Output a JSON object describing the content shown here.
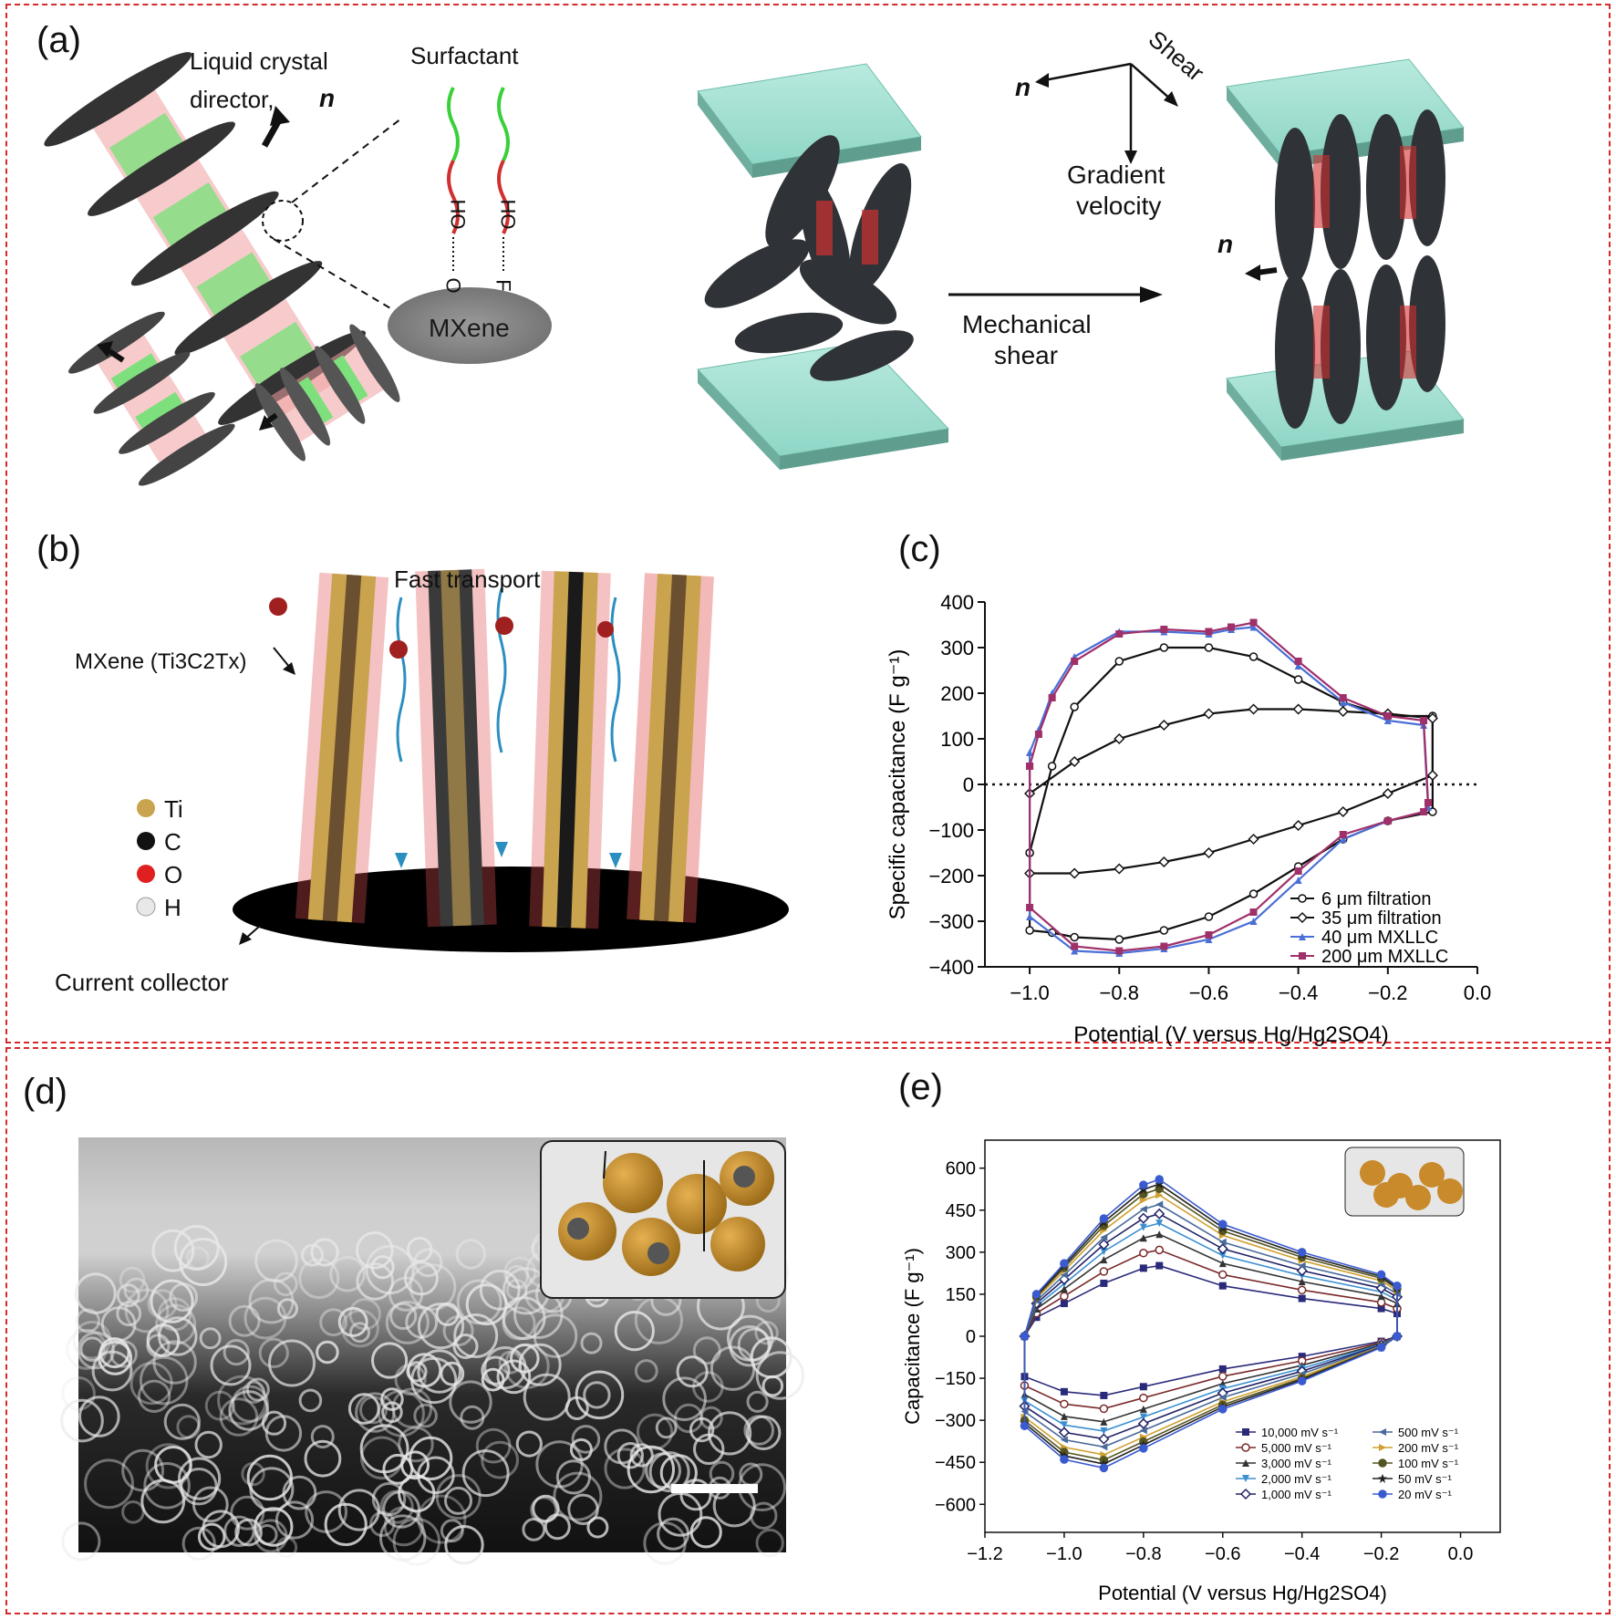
{
  "panels": {
    "a": {
      "label": "(a)",
      "lc_director": "Liquid crystal",
      "lc_director2": "director,",
      "n": "n",
      "surfactant": "Surfactant",
      "ho_left": "HO",
      "ho_right": "HO",
      "o_atom": "O",
      "f_atom": "F",
      "mxene": "MXene",
      "shear": "Shear",
      "gradient": "Gradient",
      "velocity": "velocity",
      "mechanical": "Mechanical",
      "shear2": "shear"
    },
    "b": {
      "label": "(b)",
      "fast_transport": "Fast transport",
      "mxene_formula": "MXene (Ti3C2Tx)",
      "current_collector": "Current collector",
      "legend": [
        "Ti",
        "C",
        "O",
        "H"
      ],
      "legend_colors": [
        "#c9a34e",
        "#111111",
        "#e02020",
        "#e8e8e8"
      ]
    },
    "c": {
      "label": "(c)"
    },
    "d": {
      "label": "(d)"
    },
    "e": {
      "label": "(e)"
    }
  },
  "chart_data": [
    {
      "id": "c",
      "type": "line",
      "xlabel": "Potential (V versus Hg/Hg2SO4)",
      "ylabel": "Specific capacitance (F g⁻¹)",
      "xlim": [
        -1.1,
        0.0
      ],
      "ylim": [
        -400,
        400
      ],
      "xticks": [
        -1.0,
        -0.8,
        -0.6,
        -0.4,
        -0.2,
        0.0
      ],
      "xtick_labels": [
        "−1.0",
        "−0.8",
        "−0.6",
        "−0.4",
        "−0.2",
        "0.0"
      ],
      "yticks": [
        400,
        300,
        200,
        100,
        0,
        -100,
        -200,
        -300,
        -400
      ],
      "ytick_labels": [
        "400",
        "300",
        "200",
        "100",
        "0",
        "−100",
        "−200",
        "−300",
        "−400"
      ],
      "legend_position": "bottom-right",
      "series": [
        {
          "name": "6 μm filtration",
          "color": "#111111",
          "marker": "circle",
          "x": [
            -1.0,
            -0.95,
            -0.9,
            -0.8,
            -0.7,
            -0.6,
            -0.5,
            -0.4,
            -0.3,
            -0.2,
            -0.1,
            -0.1,
            -0.2,
            -0.3,
            -0.4,
            -0.5,
            -0.6,
            -0.7,
            -0.8,
            -0.9,
            -0.95,
            -1.0,
            -1.0
          ],
          "y": [
            -150,
            40,
            170,
            270,
            300,
            300,
            280,
            230,
            180,
            150,
            150,
            -60,
            -80,
            -120,
            -180,
            -240,
            -290,
            -320,
            -340,
            -335,
            -325,
            -320,
            -150
          ]
        },
        {
          "name": "35 μm filtration",
          "color": "#111111",
          "marker": "diamond",
          "x": [
            -1.0,
            -0.9,
            -0.8,
            -0.7,
            -0.6,
            -0.5,
            -0.4,
            -0.3,
            -0.2,
            -0.1,
            -0.1,
            -0.2,
            -0.3,
            -0.4,
            -0.5,
            -0.6,
            -0.7,
            -0.8,
            -0.9,
            -1.0
          ],
          "y": [
            -20,
            50,
            100,
            130,
            155,
            165,
            165,
            160,
            155,
            145,
            20,
            -20,
            -60,
            -90,
            -120,
            -150,
            -170,
            -185,
            -195,
            -195
          ]
        },
        {
          "name": "40 μm MXLLC",
          "color": "#4a6fd6",
          "marker": "triangle",
          "x": [
            -1.0,
            -0.98,
            -0.95,
            -0.9,
            -0.8,
            -0.7,
            -0.6,
            -0.55,
            -0.5,
            -0.4,
            -0.3,
            -0.2,
            -0.12,
            -0.11,
            -0.12,
            -0.2,
            -0.3,
            -0.4,
            -0.5,
            -0.6,
            -0.7,
            -0.8,
            -0.9,
            -1.0,
            -1.0
          ],
          "y": [
            70,
            120,
            200,
            280,
            335,
            335,
            330,
            340,
            345,
            260,
            180,
            140,
            130,
            -50,
            -60,
            -80,
            -120,
            -210,
            -300,
            -340,
            -360,
            -370,
            -365,
            -290,
            70
          ]
        },
        {
          "name": "200 μm MXLLC",
          "color": "#a0306a",
          "marker": "square",
          "x": [
            -1.0,
            -0.98,
            -0.95,
            -0.9,
            -0.8,
            -0.7,
            -0.6,
            -0.55,
            -0.5,
            -0.4,
            -0.3,
            -0.2,
            -0.12,
            -0.11,
            -0.12,
            -0.2,
            -0.3,
            -0.4,
            -0.5,
            -0.6,
            -0.7,
            -0.8,
            -0.9,
            -1.0,
            -1.0
          ],
          "y": [
            40,
            110,
            190,
            270,
            330,
            340,
            335,
            345,
            355,
            270,
            190,
            150,
            140,
            -40,
            -60,
            -80,
            -110,
            -190,
            -280,
            -330,
            -355,
            -365,
            -355,
            -270,
            40
          ]
        }
      ]
    },
    {
      "id": "e",
      "type": "line",
      "xlabel": "Potential (V versus Hg/Hg2SO4)",
      "ylabel": "Capacitance (F g⁻¹)",
      "xlim": [
        -1.2,
        0.1
      ],
      "ylim": [
        -700,
        700
      ],
      "xticks": [
        -1.2,
        -1.0,
        -0.8,
        -0.6,
        -0.4,
        -0.2,
        0.0
      ],
      "xtick_labels": [
        "−1.2",
        "−1.0",
        "−0.8",
        "−0.6",
        "−0.4",
        "−0.2",
        "0.0"
      ],
      "yticks": [
        600,
        450,
        300,
        150,
        0,
        -150,
        -300,
        -450,
        -600
      ],
      "ytick_labels": [
        "600",
        "450",
        "300",
        "150",
        "0",
        "−150",
        "−300",
        "−450",
        "−600"
      ],
      "legend_position": "bottom-right",
      "series": [
        {
          "name": "10,000 mV s⁻¹",
          "color": "#2a2a7a",
          "marker": "square",
          "amp": 0.45
        },
        {
          "name": "5,000 mV s⁻¹",
          "color": "#7a2a2a",
          "marker": "circle",
          "amp": 0.55
        },
        {
          "name": "3,000 mV s⁻¹",
          "color": "#333333",
          "marker": "triangle",
          "amp": 0.65
        },
        {
          "name": "2,000 mV s⁻¹",
          "color": "#3a8fd0",
          "marker": "triangle-down",
          "amp": 0.72
        },
        {
          "name": "1,000 mV s⁻¹",
          "color": "#222266",
          "marker": "diamond",
          "amp": 0.78
        },
        {
          "name": "500 mV s⁻¹",
          "color": "#4a6a9a",
          "marker": "triangle-left",
          "amp": 0.84
        },
        {
          "name": "200 mV s⁻¹",
          "color": "#d0a030",
          "marker": "triangle-right",
          "amp": 0.9
        },
        {
          "name": "100 mV s⁻¹",
          "color": "#555522",
          "marker": "hexagon",
          "amp": 0.94
        },
        {
          "name": "50 mV s⁻¹",
          "color": "#222222",
          "marker": "star",
          "amp": 0.97
        },
        {
          "name": "20 mV s⁻¹",
          "color": "#3a5ad0",
          "marker": "pentagon",
          "amp": 1.0
        }
      ]
    }
  ]
}
